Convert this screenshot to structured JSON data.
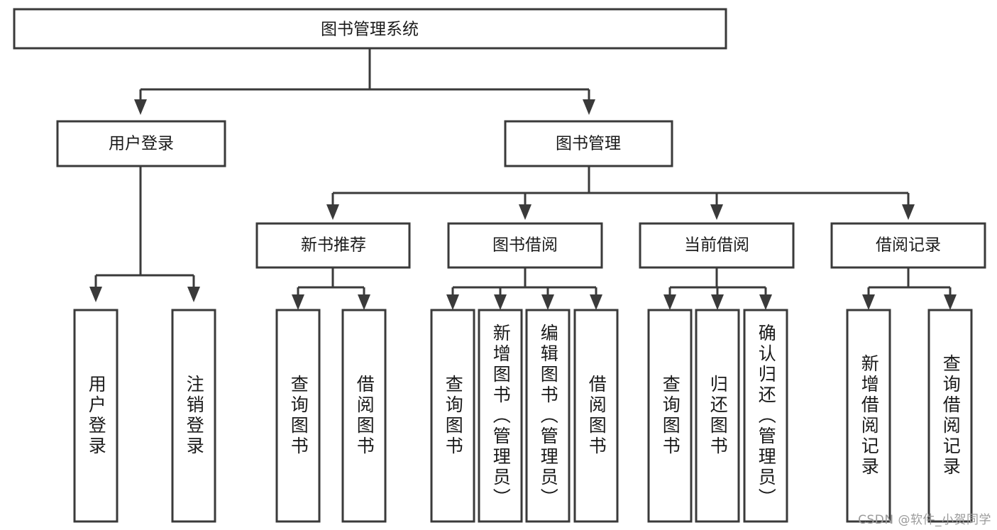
{
  "diagram": {
    "title": "图书管理系统",
    "type": "hierarchy-tree",
    "watermark": "CSDN @软件_小贺同学",
    "root": {
      "id": "root",
      "label": "图书管理系统"
    },
    "level1": [
      {
        "id": "user-login",
        "label": "用户登录"
      },
      {
        "id": "book-management",
        "label": "图书管理"
      }
    ],
    "level2": [
      {
        "id": "new-book-recommend",
        "label": "新书推荐",
        "parent": "book-management"
      },
      {
        "id": "book-borrow",
        "label": "图书借阅",
        "parent": "book-management"
      },
      {
        "id": "current-borrow",
        "label": "当前借阅",
        "parent": "book-management"
      },
      {
        "id": "borrow-record",
        "label": "借阅记录",
        "parent": "book-management"
      }
    ],
    "leaves": [
      {
        "id": "leaf-user-login",
        "label": "用户登录",
        "parent": "user-login"
      },
      {
        "id": "leaf-user-logout",
        "label": "注销登录",
        "parent": "user-login"
      },
      {
        "id": "leaf-query-book-1",
        "label": "查询图书",
        "parent": "new-book-recommend"
      },
      {
        "id": "leaf-borrow-book-1",
        "label": "借阅图书",
        "parent": "new-book-recommend"
      },
      {
        "id": "leaf-query-book-2",
        "label": "查询图书",
        "parent": "book-borrow"
      },
      {
        "id": "leaf-add-book",
        "label": "新增图书（管理员）",
        "parent": "book-borrow"
      },
      {
        "id": "leaf-edit-book",
        "label": "编辑图书（管理员）",
        "parent": "book-borrow"
      },
      {
        "id": "leaf-borrow-book-2",
        "label": "借阅图书",
        "parent": "book-borrow"
      },
      {
        "id": "leaf-query-book-3",
        "label": "查询图书",
        "parent": "current-borrow"
      },
      {
        "id": "leaf-return-book",
        "label": "归还图书",
        "parent": "current-borrow"
      },
      {
        "id": "leaf-confirm-return",
        "label": "确认归还（管理员）",
        "parent": "current-borrow"
      },
      {
        "id": "leaf-add-record",
        "label": "新增借阅记录",
        "parent": "borrow-record"
      },
      {
        "id": "leaf-query-record",
        "label": "查询借阅记录",
        "parent": "borrow-record"
      }
    ],
    "colors": {
      "stroke": "#3a3a3a",
      "fill": "#ffffff",
      "text": "#1a1a1a",
      "watermark": "#9a9a9a"
    }
  }
}
